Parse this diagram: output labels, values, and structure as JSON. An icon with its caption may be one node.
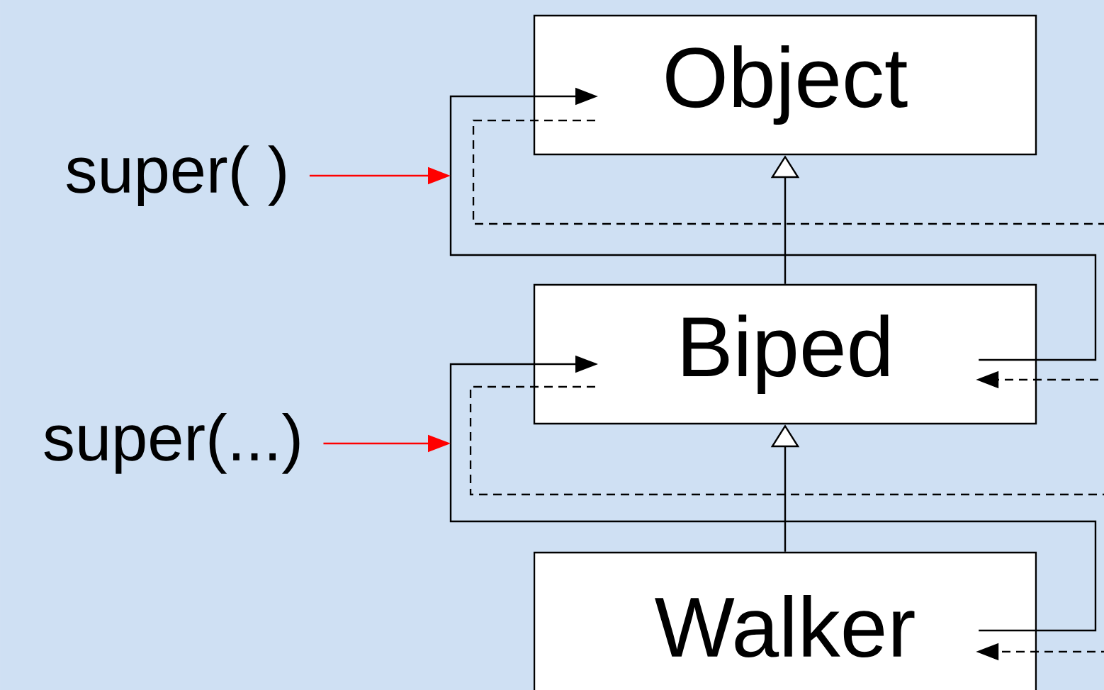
{
  "diagram": {
    "nodes": [
      {
        "text": [
          "Object"
        ]
      },
      {
        "text": [
          "Biped"
        ]
      },
      {
        "text": [
          "Walker"
        ]
      },
      {
        "text": [
          "super( )"
        ]
      },
      {
        "text": [
          "super(...)"
        ]
      }
    ],
    "edges": [
      {
        "from": 1,
        "to": 0,
        "arrow": "to"
      },
      {
        "from": 2,
        "to": 1,
        "arrow": "to"
      },
      {
        "from": 1,
        "to": 0,
        "arrow": "to"
      },
      {
        "from": 2,
        "to": 1,
        "arrow": "to"
      },
      {
        "from": 0,
        "to": 1,
        "arrow": "to",
        "style": "dashed"
      },
      {
        "from": 1,
        "to": 2,
        "arrow": "to",
        "style": "dashed"
      },
      {
        "from": 3,
        "to": null,
        "arrow": "to",
        "color": "#ff0000"
      },
      {
        "from": 4,
        "to": null,
        "arrow": "to",
        "color": "#ff0000"
      }
    ]
  }
}
